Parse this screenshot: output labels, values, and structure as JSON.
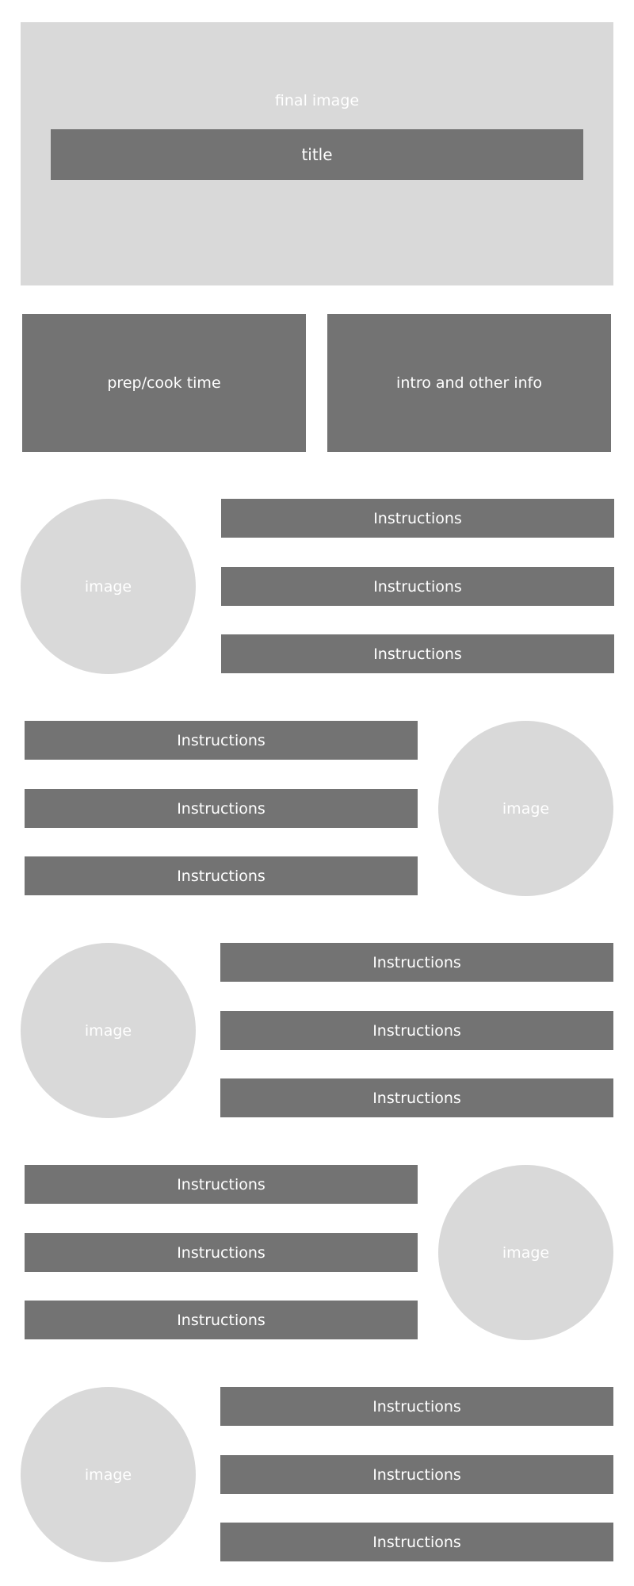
{
  "header": {
    "image_label": "final image",
    "title_label": "title"
  },
  "info": {
    "left_label": "prep/cook time",
    "right_label": "intro and other info"
  },
  "steps": [
    {
      "image_label": "image",
      "instructions": [
        "Instructions",
        "Instructions",
        "Instructions"
      ]
    },
    {
      "image_label": "image",
      "instructions": [
        "Instructions",
        "Instructions",
        "Instructions"
      ]
    },
    {
      "image_label": "image",
      "instructions": [
        "Instructions",
        "Instructions",
        "Instructions"
      ]
    },
    {
      "image_label": "image",
      "instructions": [
        "Instructions",
        "Instructions",
        "Instructions"
      ]
    },
    {
      "image_label": "image",
      "instructions": [
        "Instructions",
        "Instructions",
        "Instructions"
      ]
    }
  ],
  "colors": {
    "placeholder_light": "#d9d9d9",
    "placeholder_dark": "#737373",
    "text": "#ffffff",
    "background": "#ffffff"
  }
}
